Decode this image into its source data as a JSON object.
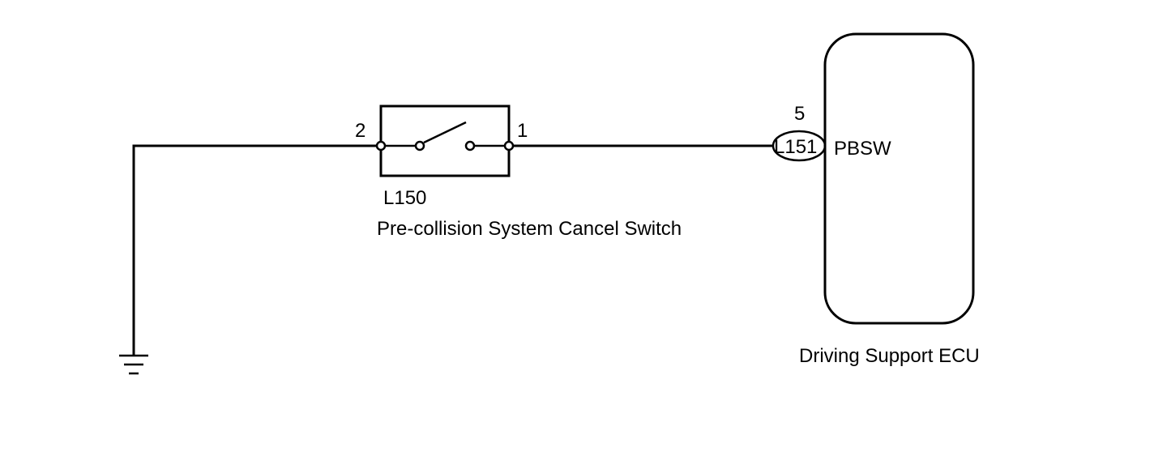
{
  "switch": {
    "connector": "L150",
    "name": "Pre-collision System Cancel Switch",
    "pin_left": "2",
    "pin_right": "1"
  },
  "ecu": {
    "name": "Driving Support ECU",
    "connector": "L151",
    "pin": "5",
    "terminal_name": "PBSW"
  },
  "colors": {
    "line": "#000000",
    "background": "#ffffff"
  }
}
